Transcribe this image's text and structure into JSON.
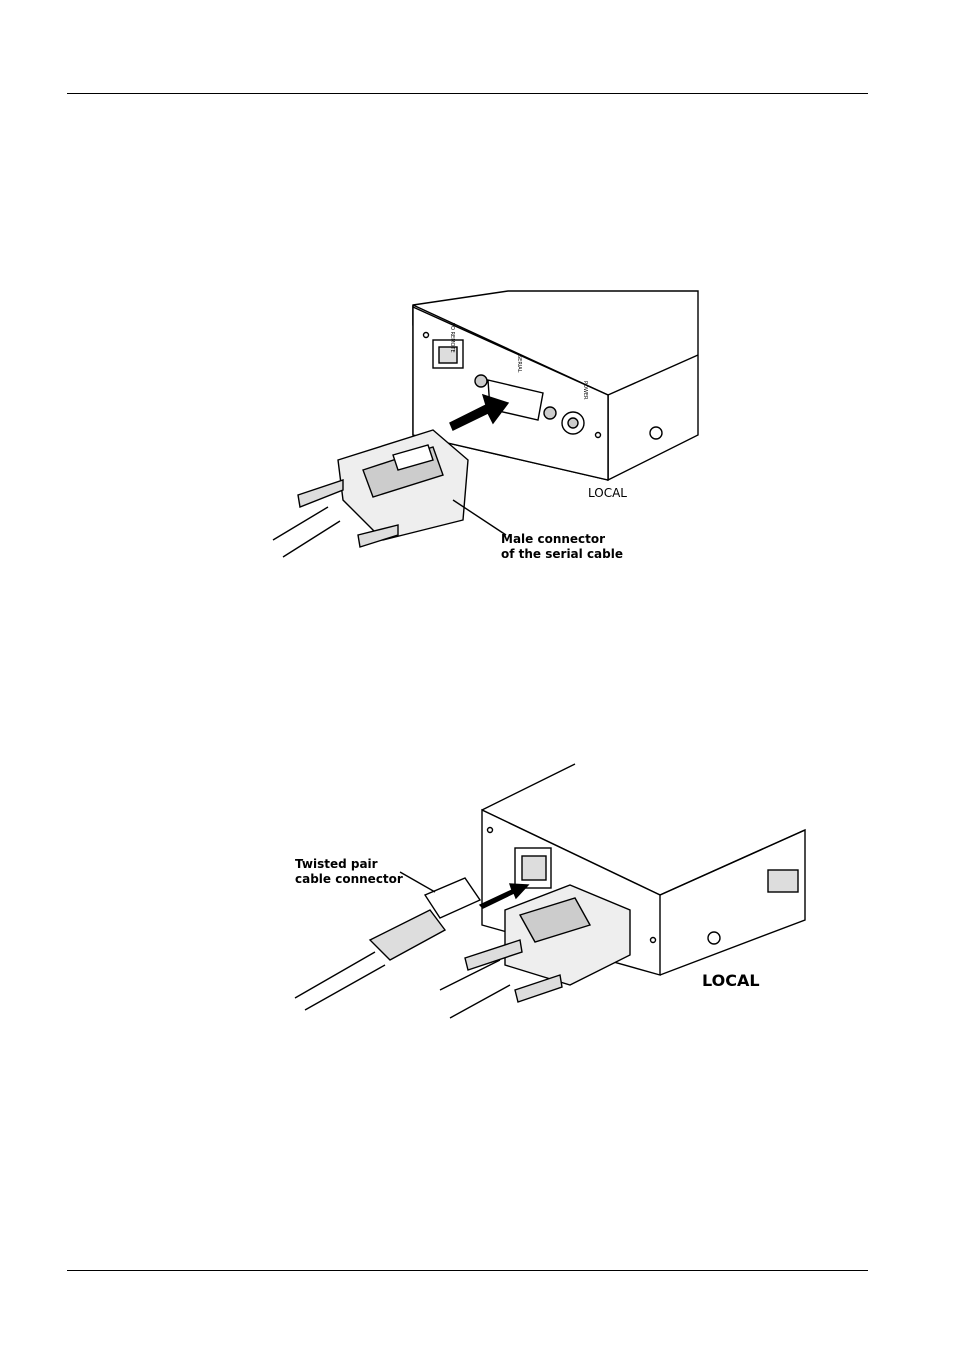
{
  "figure1": {
    "port_labels": [
      "TO REMOTE",
      "SERIAL",
      "POWER"
    ],
    "unit_label": "LOCAL",
    "callout_line1": "Male connector",
    "callout_line2": "of the serial cable"
  },
  "figure2": {
    "callout_line1": "Twisted pair",
    "callout_line2": "cable connector",
    "unit_label": "LOCAL"
  }
}
